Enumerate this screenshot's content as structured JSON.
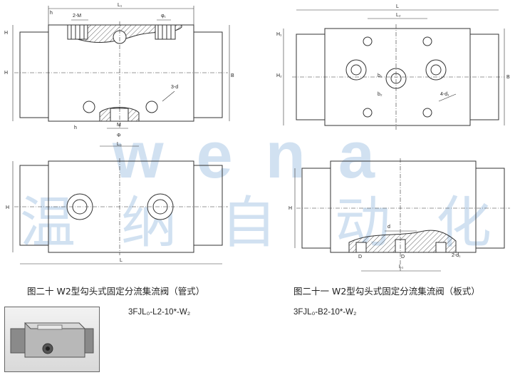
{
  "watermark": {
    "latin": "wena",
    "chars": [
      "温",
      "纳",
      "自",
      "动",
      "化"
    ]
  },
  "fig20": {
    "caption": "图二十  W2型勾头式固定分流集流阀（管式）",
    "model": "3FJL₀-L2-10*-W₂",
    "dims": {
      "h": "h",
      "two_m": "2-M",
      "l1": "L₁",
      "phi1": "φ₁",
      "h_top": "H",
      "h_mid": "H",
      "b": "B",
      "three_d": "3-d",
      "h_bottom": "h",
      "m": "M",
      "phi": "Φ",
      "l0": "L₀",
      "h_lower": "H",
      "l_lower": "L"
    }
  },
  "fig21": {
    "caption": "图二十一  W2型勾头式固定分流集流阀（板式）",
    "model": "3FJL₀-B2-10*-W₂",
    "dims": {
      "l": "L",
      "l2": "L₂",
      "h1": "H₁",
      "h2": "H₂",
      "b": "B",
      "b1": "b₁",
      "b2": "b₂",
      "four_d": "4-d₁",
      "h_lower": "H",
      "d": "d",
      "d_left": "D",
      "d_mid": "D",
      "two_d": "2-d₁",
      "l1": "L₁"
    }
  }
}
